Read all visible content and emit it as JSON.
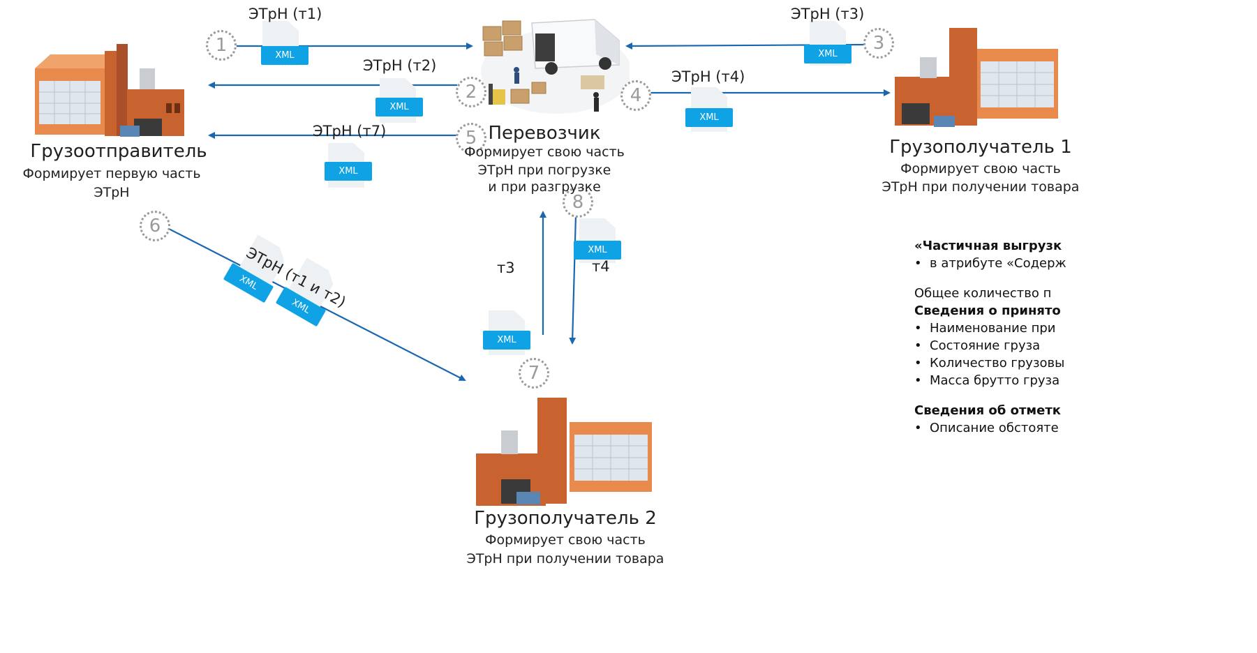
{
  "shipper": {
    "name": "Грузоотправитель",
    "desc_lines": [
      "Формирует первую часть",
      "ЭТрН"
    ]
  },
  "carrier": {
    "name": "Перевозчик",
    "desc_lines": [
      "Формирует свою часть",
      "ЭТрН при погрузке",
      "и при разгрузке"
    ]
  },
  "consignee1": {
    "name": "Грузополучатель 1",
    "desc_lines": [
      "Формирует свою часть",
      "ЭТрН при получении товара"
    ]
  },
  "consignee2": {
    "name": "Грузополучатель 2",
    "desc_lines": [
      "Формирует свою часть",
      "ЭТрН при получении товара"
    ]
  },
  "doc_labels": {
    "t1": "ЭТрН (т1)",
    "t2": "ЭТрН (т2)",
    "t3": "ЭТрН (т3)",
    "t4": "ЭТрН (т4)",
    "t7": "ЭТрН (т7)",
    "t1t2": "ЭТрН (т1 и т2)",
    "short_t3": "т3",
    "short_t4": "т4"
  },
  "xml_label": "XML",
  "steps": [
    "1",
    "2",
    "3",
    "4",
    "5",
    "6",
    "7",
    "8"
  ],
  "notes": {
    "heading1": "«Частичная выгрузк",
    "item1": "в атрибуте «Содерж",
    "heading2": "Общее количество п",
    "heading3": "Сведения о принято",
    "items2": [
      "Наименование при",
      "Состояние груза",
      "Количество грузовы",
      "Масса брутто груза"
    ],
    "heading4": "Сведения об отметк",
    "item4": "Описание обстояте"
  },
  "colors": {
    "arrow": "#1a67b0",
    "xml_badge": "#0fa3e6",
    "step_circle": "#9a9a9a",
    "building_brick": "#c8632f",
    "building_orange": "#e88a4c"
  }
}
